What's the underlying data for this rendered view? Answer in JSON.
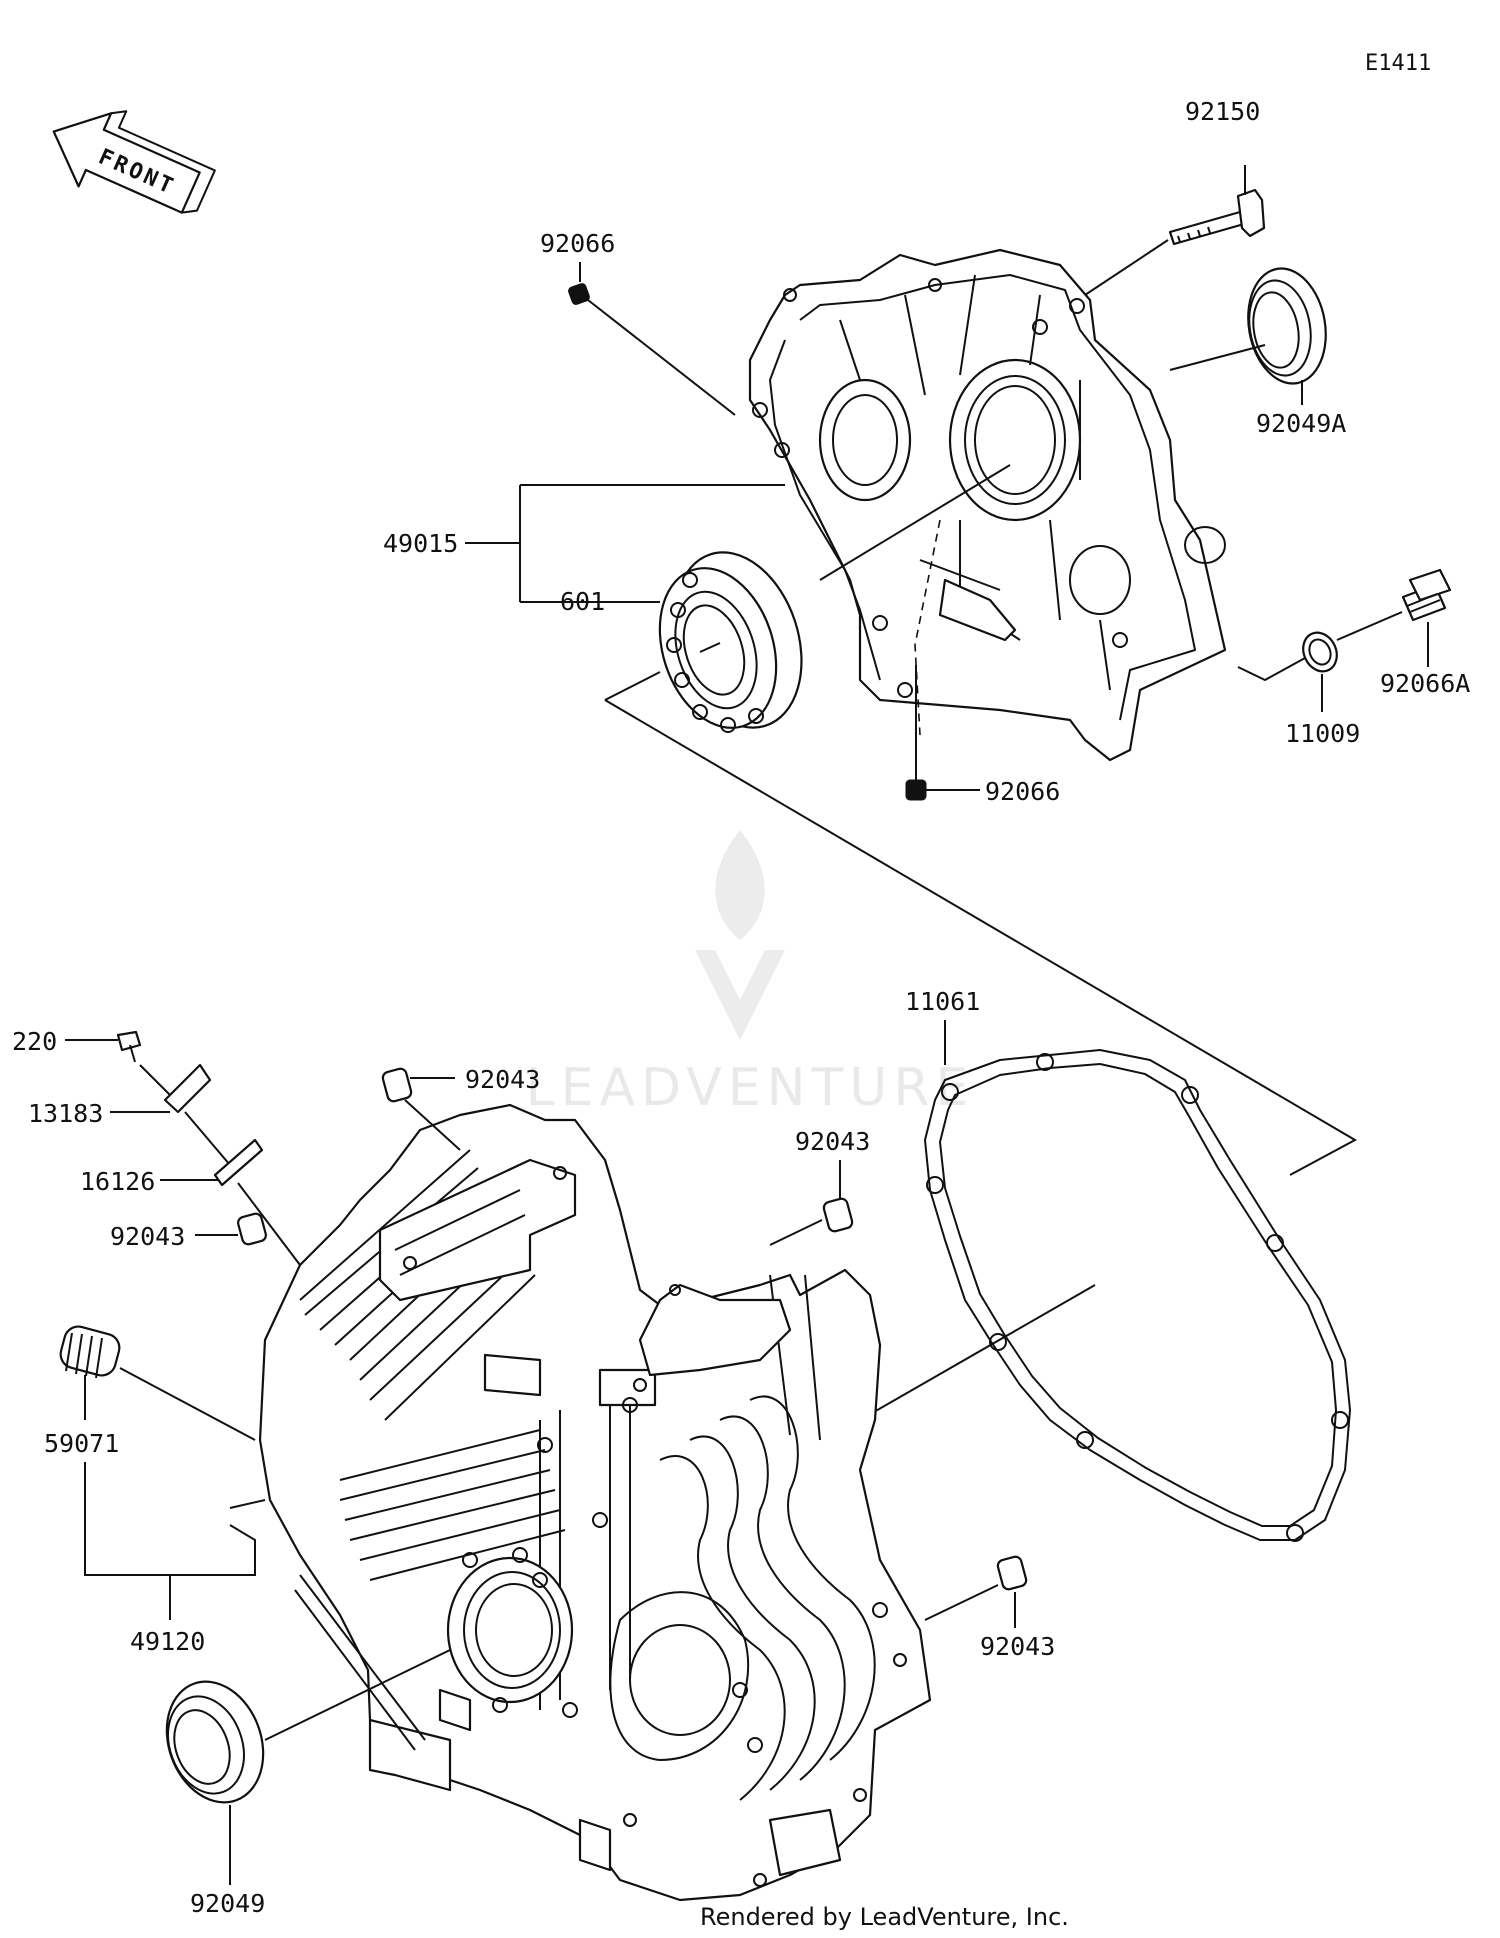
{
  "diagram_id": "E1411",
  "front_label": "FRONT",
  "watermark": "LEADVENTURE",
  "footer": "Rendered by LeadVenture, Inc.",
  "labels": {
    "p92150": "92150",
    "p92066_top": "92066",
    "p92049A": "92049A",
    "p49015": "49015",
    "p601": "601",
    "p92066A": "92066A",
    "p11009": "11009",
    "p92066_bot": "92066",
    "p11061": "11061",
    "p220": "220",
    "p13183": "13183",
    "p92043_a": "92043",
    "p16126": "16126",
    "p92043_b": "92043",
    "p92043_c": "92043",
    "p59071": "59071",
    "p49120": "49120",
    "p92043_d": "92043",
    "p92049": "92049"
  }
}
